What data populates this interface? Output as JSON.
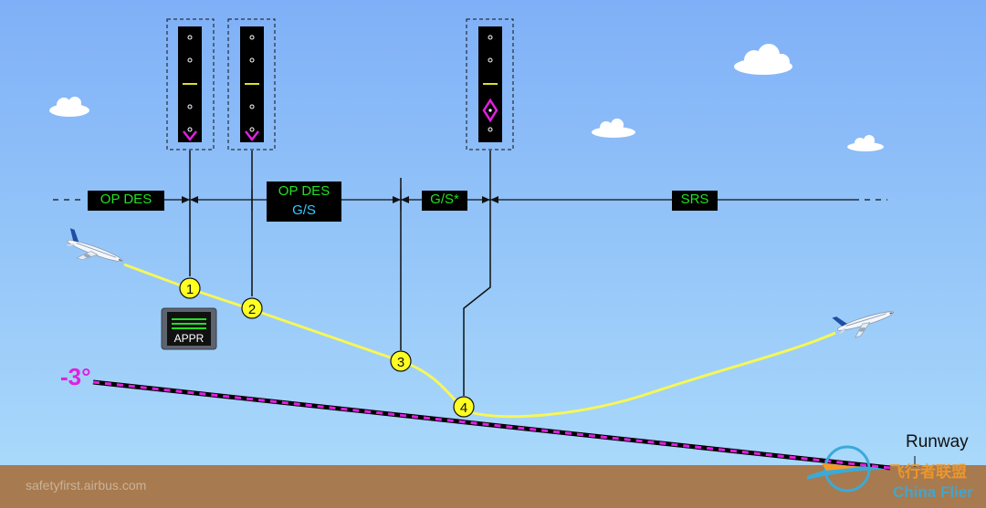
{
  "modes": {
    "op_des_1": "OP DES",
    "op_des_2_line1": "OP DES",
    "op_des_2_line2": "G/S",
    "gs_star": "G/S*",
    "srs": "SRS"
  },
  "checkpoints": [
    "1",
    "2",
    "3",
    "4"
  ],
  "appr_label": "APPR",
  "glide_label": "-3°",
  "runway_label": "Runway",
  "watermark": "safetyfirst.airbus.com",
  "logo": {
    "cn_text": "飞行者联盟",
    "en_text": "China Flier"
  },
  "colors": {
    "sky_top": "#7fb0f7",
    "sky_bottom": "#a9d9fa",
    "ground": "#a87a4f",
    "flight_path": "#f7f756",
    "glide_dash": "#e020e0",
    "mode_text": "#22e022",
    "mode_text_cyan": "#33ccff",
    "marker_magenta": "#e020e0",
    "badge": "#ffff22"
  },
  "deviation_scales": [
    {
      "diamond": "chevron-down"
    },
    {
      "diamond": "chevron-down"
    },
    {
      "diamond": "full-diamond"
    }
  ]
}
